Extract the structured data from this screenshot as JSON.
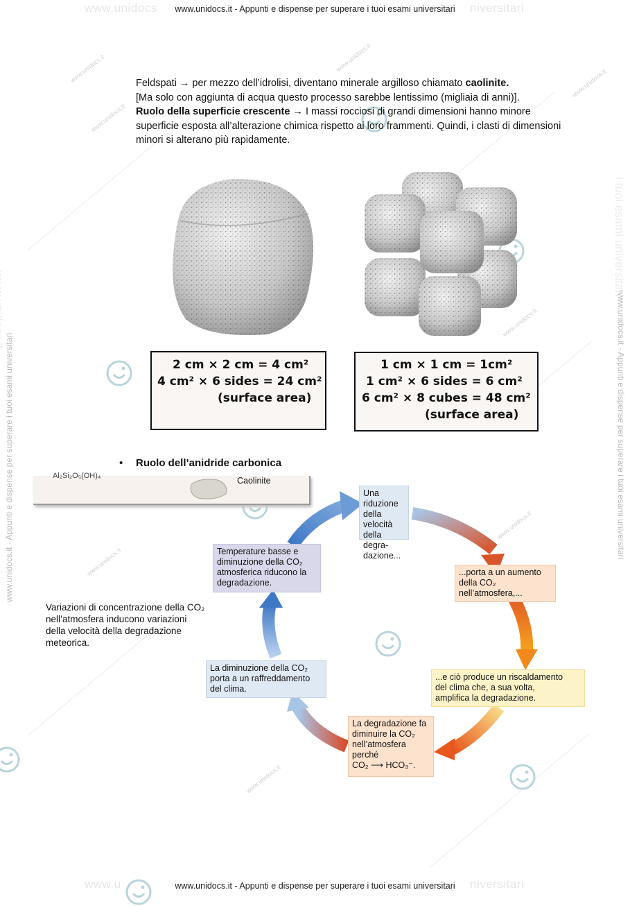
{
  "header": {
    "text": "www.unidocs.it - Appunti e dispense per superare i tuoi esami universitari",
    "ghost_left": "www.unidocs",
    "ghost_right": "niversitari"
  },
  "footer": {
    "text": "www.unidocs.it - Appunti e dispense per superare i tuoi esami universitari",
    "ghost_left": "www.u",
    "ghost_right": "niversitari"
  },
  "side_text": {
    "left": "www.unidocs.it - Appunti e dispense per superare i tuoi esami universitari",
    "right": "www.unidocs.it - Appunti e dispense per superare i tuoi esami universitari",
    "left_ghost": "www.unidocs.it",
    "right_ghost": "i tuoi esami universitari"
  },
  "watermark": "www.unidocs.it",
  "intro": {
    "line1_prefix": "Feldspati → per mezzo dell’idrolisi, diventano minerale argilloso chiamato ",
    "line1_bold": "caolinite.",
    "line2": "[Ma solo con aggiunta di acqua questo processo sarebbe lentissimo (migliaia di anni)].",
    "line3_bold": "Ruolo della superficie crescente",
    "line3_rest": " → I massi rocciosi di grandi dimensioni hanno minore superficie esposta all’alterazione chimica rispetto ai loro frammenti. Quindi, i clasti di dimensioni minori si alterano più rapidamente."
  },
  "calc_left": {
    "line1": "2 cm × 2 cm = 4 cm²",
    "line2": "4 cm² × 6 sides = 24 cm²",
    "line3": "(surface area)"
  },
  "calc_right": {
    "line1": "1 cm × 1 cm = 1cm²",
    "line2": "1 cm² × 6 sides = 6 cm²",
    "line3": "6 cm² × 8 cubes = 48 cm²",
    "line4": "(surface area)"
  },
  "bullet": {
    "symbol": "•",
    "text": "Ruolo dell’anidride carbonica"
  },
  "inset": {
    "label": "Caolinite",
    "partial_formula": "Al₂Si₂O₅(OH)₄"
  },
  "cycle": {
    "box1": [
      "Una riduzione",
      "della velocità",
      "della degra-",
      "dazione..."
    ],
    "box2": [
      "...porta a un aumento",
      "della CO₂",
      "nell’atmosfera,..."
    ],
    "box3": [
      "...e ciò produce un riscaldamento",
      "del clima che, a sua volta,",
      "amplifica la degradazione."
    ],
    "box4": [
      "La degradazione fa",
      "diminuire la CO₂",
      "nell’atmosfera",
      "perché",
      "CO₂ ⟶ HCO₃⁻."
    ],
    "box5": [
      "La diminuzione della CO₂",
      "porta a un raffreddamento",
      "del clima."
    ],
    "box6": [
      "Temperature basse e",
      "diminuzione della CO₂",
      "atmosferica riducono la",
      "degradazione."
    ]
  },
  "caption": "Variazioni di concentrazione della CO₂ nell’atmosfera inducono variazioni della velocità della degradazione meteorica.",
  "colors": {
    "box_blue": "#dfe9f4",
    "box_lavender": "#d8d8ea",
    "box_peach": "#fde2cd",
    "box_yellow": "#fdf3c8",
    "arrow_blue": "#5b8fd1",
    "arrow_red": "#d9542a",
    "arrow_orange": "#f08a1c",
    "watermark": "#d0d0d0"
  },
  "icons": [
    "unidocs-logo-icon",
    "large-granite-cube",
    "eight-granite-cubes",
    "kaolinite-sample"
  ]
}
